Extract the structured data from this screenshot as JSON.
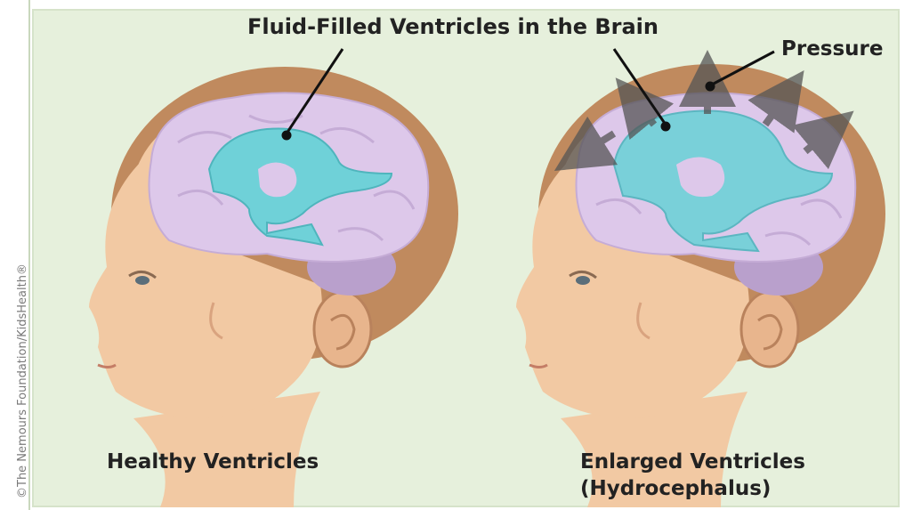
{
  "figure": {
    "title": "Fluid-Filled Ventricles in the Brain",
    "pressure_label": "Pressure",
    "left_caption": "Healthy Ventricles",
    "right_caption_line1": "Enlarged Ventricles",
    "right_caption_line2": "(Hydrocephalus)",
    "copyright": "©The Nemours Foundation/KidsHealth®"
  },
  "colors": {
    "background": "#e6f0dc",
    "skin": "#f2c9a3",
    "hair": "#c08a5e",
    "brain": "#ddc8ea",
    "ventricle": "#6fd1d8",
    "cerebellum": "#b9a0cc",
    "arrow": "#555555"
  },
  "icons": [
    "baby-head-illustration",
    "pressure-arrow-icon",
    "leader-line"
  ]
}
